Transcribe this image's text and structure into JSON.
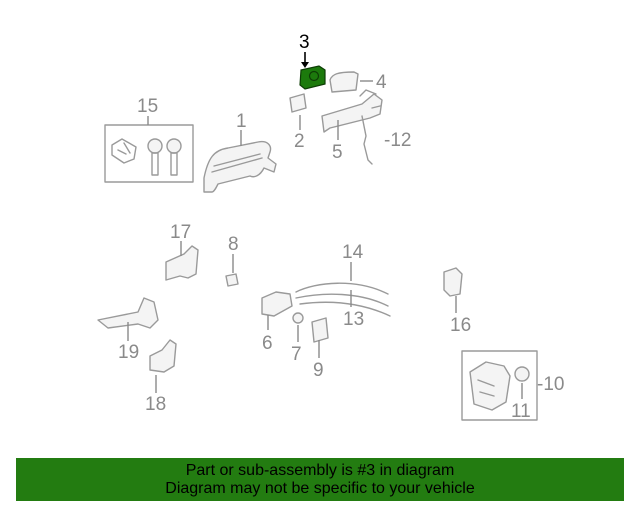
{
  "diagram": {
    "highlight_color": "#1c7a0c",
    "banner_color": "#237c11",
    "highlighted_part": "3",
    "callouts": {
      "c1": "1",
      "c2": "2",
      "c3": "3",
      "c4": "4",
      "c5": "5",
      "c6": "6",
      "c7": "7",
      "c8": "8",
      "c9": "9",
      "c10": "-10",
      "c11": "11",
      "c12": "-12",
      "c13": "13",
      "c14": "14",
      "c15": "15",
      "c16": "16",
      "c17": "17",
      "c18": "18",
      "c19": "19"
    }
  },
  "banner": {
    "line1": "Part or sub-assembly is #3 in diagram",
    "line2": "Diagram may not be specific to your vehicle"
  }
}
